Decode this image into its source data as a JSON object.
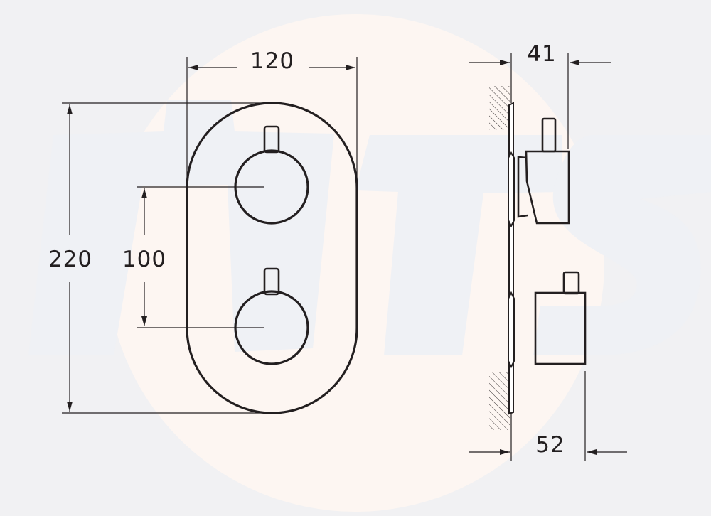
{
  "diagram": {
    "type": "technical-dimension-drawing",
    "subject": "two-handle thermostatic trim plate",
    "units": "mm",
    "colors": {
      "background": "#f1f1f3",
      "watermark_circle": "#fdf6f2",
      "watermark_letters": "#eef0f4",
      "line": "#231f20"
    },
    "front_view": {
      "plate_width_label": "120",
      "plate_height_label": "220",
      "handle_spacing_label": "100",
      "handles": [
        {
          "position": "upper",
          "shape": "round knob with stem"
        },
        {
          "position": "lower",
          "shape": "round knob with stem"
        }
      ]
    },
    "side_view": {
      "upper_projection_label": "41",
      "lower_projection_label": "52",
      "wall": "hatched wall sections above and below plate"
    }
  }
}
